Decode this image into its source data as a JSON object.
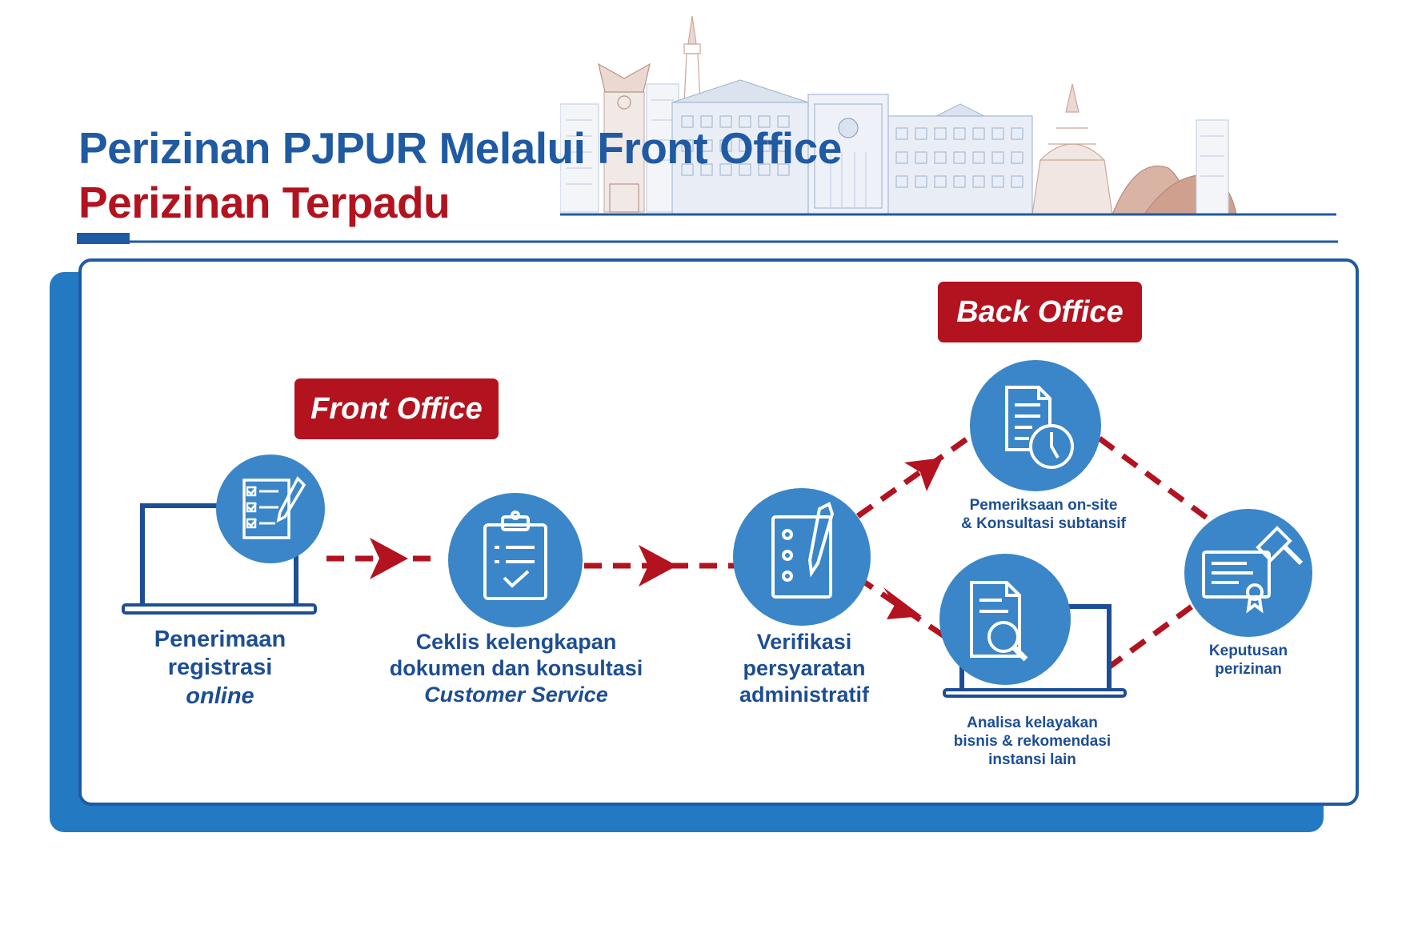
{
  "header": {
    "title": "Perizinan PJPUR Melalui Front Office",
    "subtitle": "Perizinan Terpadu"
  },
  "labels": {
    "front_office": "Front Office",
    "back_office": "Back Office"
  },
  "steps": [
    {
      "id": "registration",
      "lines": [
        "Penerimaan",
        "registrasi"
      ],
      "italic": "online",
      "icon": "checklist-pencil-icon"
    },
    {
      "id": "checklist",
      "lines": [
        "Ceklis kelengkapan",
        "dokumen dan konsultasi"
      ],
      "italic": "Customer Service",
      "icon": "clipboard-check-icon"
    },
    {
      "id": "verification",
      "lines": [
        "Verifikasi",
        "persyaratan",
        "administratif"
      ],
      "icon": "document-pen-icon"
    },
    {
      "id": "onsite",
      "lines": [
        "Pemeriksaan on-site",
        "& Konsultasi subtansif"
      ],
      "icon": "document-clock-icon"
    },
    {
      "id": "analysis",
      "lines": [
        "Analisa kelayakan",
        "bisnis & rekomendasi",
        "instansi lain"
      ],
      "icon": "document-search-icon"
    },
    {
      "id": "decision",
      "lines": [
        "Keputusan",
        "perizinan"
      ],
      "icon": "certificate-gavel-icon"
    }
  ],
  "colors": {
    "primary_blue": "#1f5aa3",
    "circle_blue": "#3a86c8",
    "card_blue": "#2479c3",
    "accent_red": "#b3121f",
    "skyline": "#b8c7dc"
  }
}
